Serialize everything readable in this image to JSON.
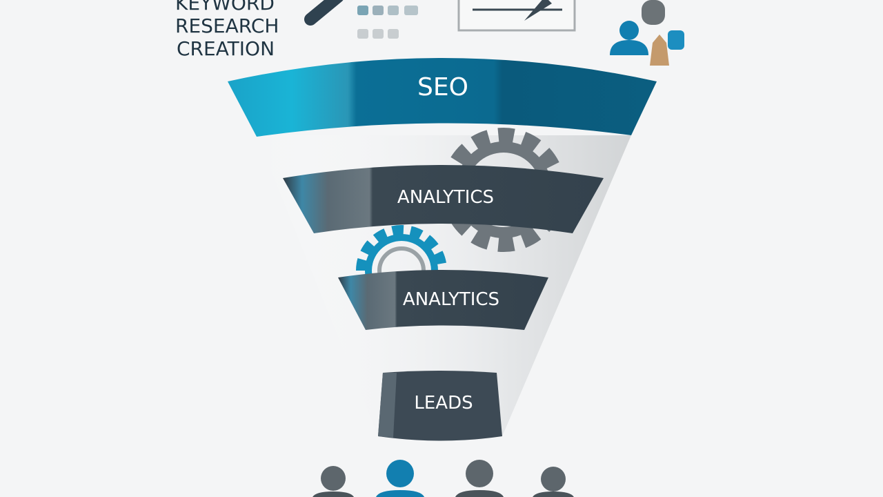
{
  "top_label": {
    "lines": [
      "KEYWORD",
      "RESEARCH",
      "CREATION"
    ]
  },
  "funnel": {
    "stages": [
      {
        "label": "SEO",
        "color": "#0b6a90"
      },
      {
        "label": "ANALYTICS",
        "color": "#3a4852"
      },
      {
        "label": "ANALYTICS",
        "color": "#3a4852"
      },
      {
        "label": "LEADS",
        "color": "#3d4a55"
      }
    ]
  },
  "colors": {
    "accent": "#1aa3c8",
    "dark": "#34424d",
    "background": "#f4f5f6"
  },
  "icons": [
    "magnifier-icon",
    "chart-blocks-icon",
    "whiteboard-pen-icon",
    "users-icon",
    "gear-icon",
    "people-icon"
  ]
}
